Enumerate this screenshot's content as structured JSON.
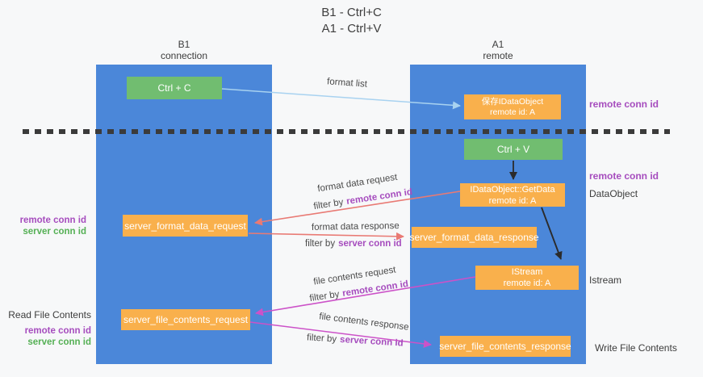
{
  "title": {
    "line1": "B1 - Ctrl+C",
    "line2": "A1 - Ctrl+V"
  },
  "left_column": {
    "name": "B1",
    "subtitle": "connection"
  },
  "right_column": {
    "name": "A1",
    "subtitle": "remote"
  },
  "nodes": {
    "ctrl_c": {
      "label": "Ctrl + C"
    },
    "save_idataobject": {
      "line1": "保存IDataObject",
      "line2": "remote id: A"
    },
    "ctrl_v": {
      "label": "Ctrl + V"
    },
    "getdata": {
      "line1": "IDataObject::GetData",
      "line2": "remote id: A"
    },
    "server_format_data_request": {
      "label": "server_format_data_request"
    },
    "server_format_data_response": {
      "label": "server_format_data_response"
    },
    "istream": {
      "line1": "IStream",
      "line2": "remote id: A"
    },
    "server_file_contents_request": {
      "label": "server_file_contents_request"
    },
    "server_file_contents_response": {
      "label": "server_file_contents_response"
    }
  },
  "annotations": {
    "format_list": "format list",
    "format_data_request": "format data request",
    "format_data_response": "format data response",
    "file_contents_request": "file contents request",
    "file_contents_response": "file contents response",
    "filter_by": "filter by",
    "remote_conn_id": "remote conn id",
    "server_conn_id": "server conn id",
    "read_file_contents": "Read File Contents",
    "write_file_contents": "Write File Contents",
    "dataobject": "DataObject",
    "istream": "Istream"
  },
  "colors": {
    "column_blue": "#4b87d9",
    "box_green": "#71bd70",
    "box_orange": "#f9b04c",
    "arrow_lightblue": "#a8d2f0",
    "arrow_red": "#e97a74",
    "arrow_magenta": "#cc52c8",
    "arrow_black": "#2b2b2b",
    "dashed_line": "#3b3b3b",
    "text_purple": "#a64dbe",
    "text_green": "#55b055",
    "text_dark": "#3c3c3c"
  }
}
